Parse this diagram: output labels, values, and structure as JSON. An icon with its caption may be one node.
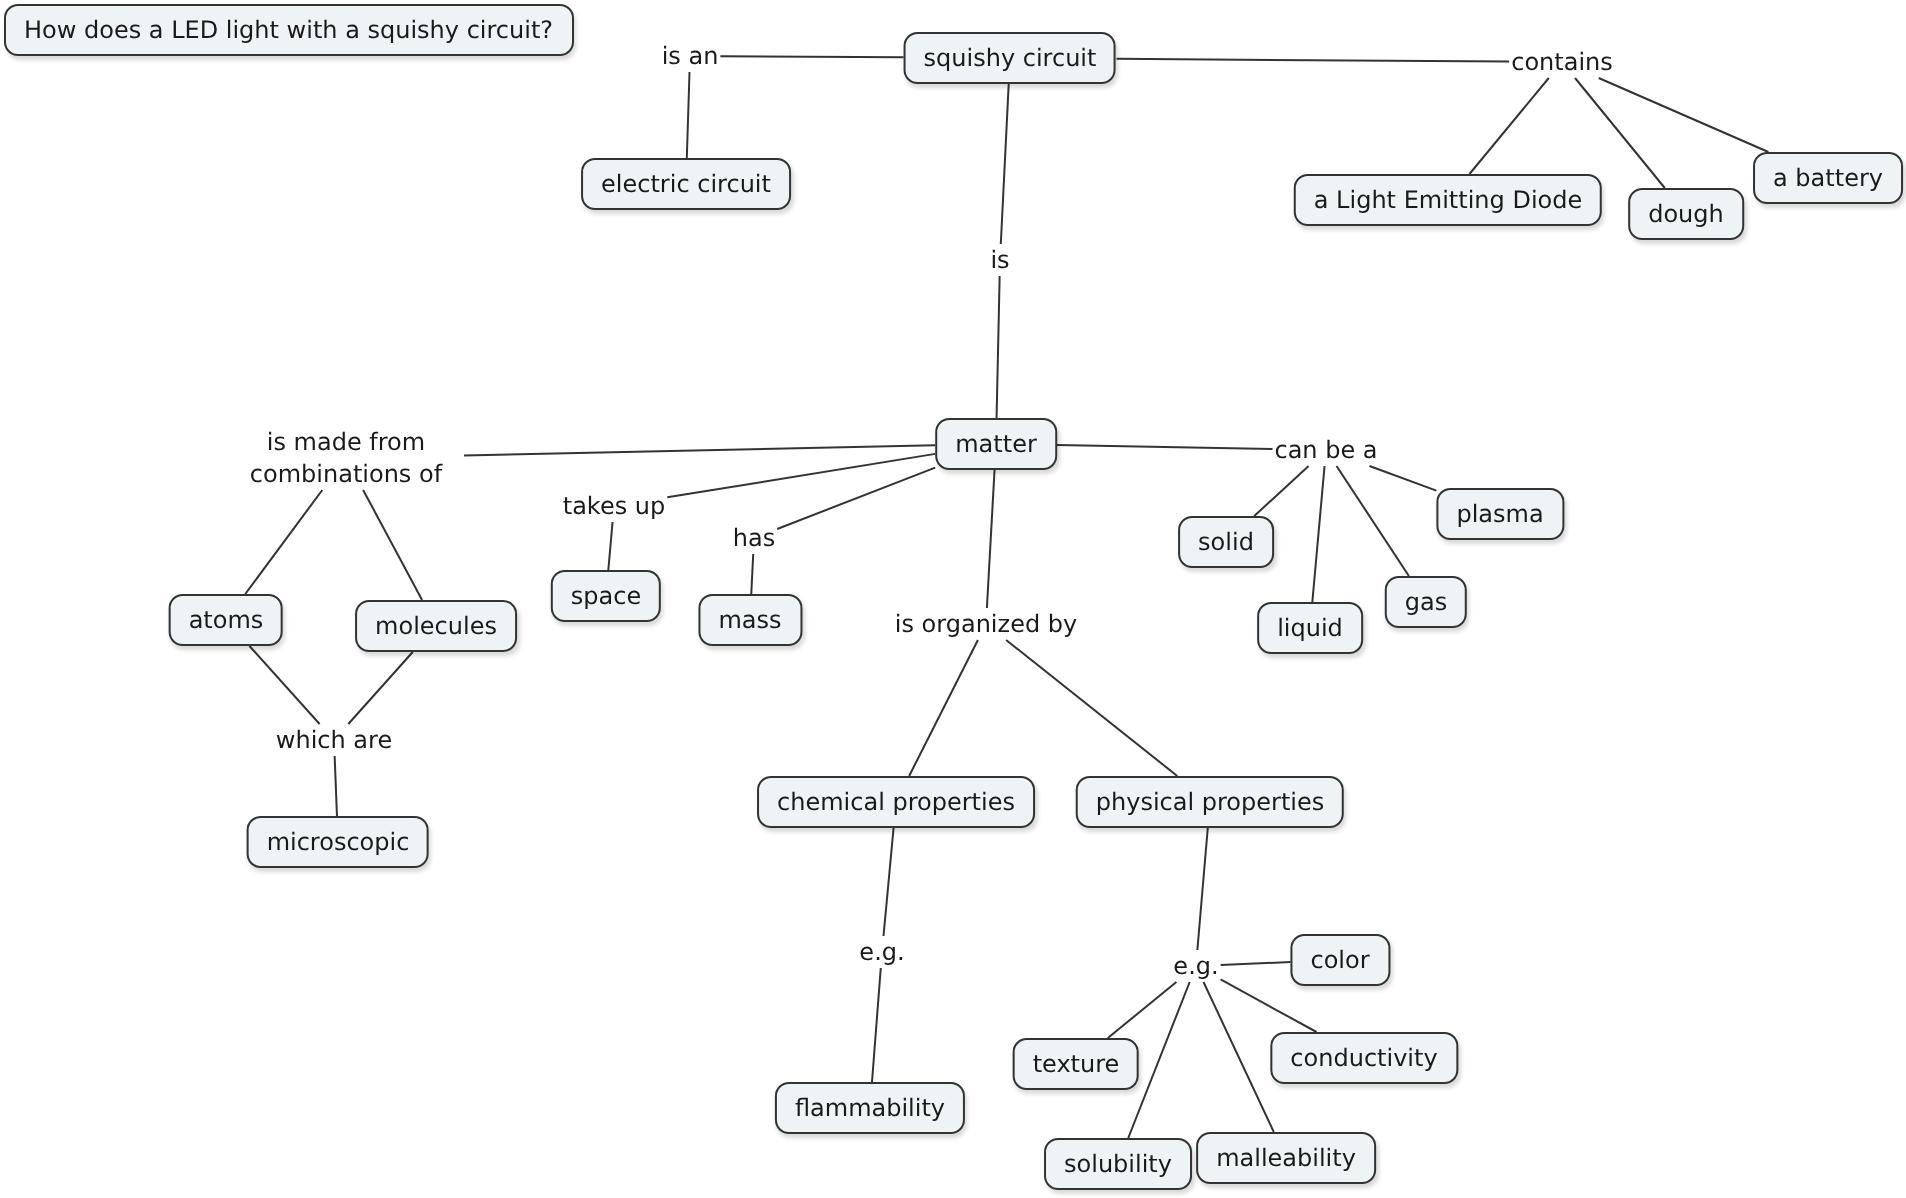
{
  "diagram": {
    "nodes": [
      {
        "text": [
          "How does a LED light with a squishy circuit?"
        ]
      },
      {
        "text": [
          "squishy circuit"
        ]
      },
      {
        "text": [
          "is an"
        ]
      },
      {
        "text": [
          "electric circuit"
        ]
      },
      {
        "text": [
          "contains"
        ]
      },
      {
        "text": [
          "a Light Emitting Diode"
        ]
      },
      {
        "text": [
          "dough"
        ]
      },
      {
        "text": [
          "a battery"
        ]
      },
      {
        "text": [
          "is"
        ]
      },
      {
        "text": [
          "matter"
        ]
      },
      {
        "text": [
          "is made from combinations of"
        ]
      },
      {
        "text": [
          "takes up"
        ]
      },
      {
        "text": [
          "has"
        ]
      },
      {
        "text": [
          "is organized by"
        ]
      },
      {
        "text": [
          "can be a"
        ]
      },
      {
        "text": [
          "atoms"
        ]
      },
      {
        "text": [
          "molecules"
        ]
      },
      {
        "text": [
          "space"
        ]
      },
      {
        "text": [
          "mass"
        ]
      },
      {
        "text": [
          "which are"
        ]
      },
      {
        "text": [
          "microscopic"
        ]
      },
      {
        "text": [
          "chemical properties"
        ]
      },
      {
        "text": [
          "physical properties"
        ]
      },
      {
        "text": [
          "solid"
        ]
      },
      {
        "text": [
          "liquid"
        ]
      },
      {
        "text": [
          "gas"
        ]
      },
      {
        "text": [
          "plasma"
        ]
      },
      {
        "text": [
          "e.g."
        ]
      },
      {
        "text": [
          "e.g."
        ]
      },
      {
        "text": [
          "flammability"
        ]
      },
      {
        "text": [
          "color"
        ]
      },
      {
        "text": [
          "texture"
        ]
      },
      {
        "text": [
          "conductivity"
        ]
      },
      {
        "text": [
          "solubility"
        ]
      },
      {
        "text": [
          "malleability"
        ]
      }
    ],
    "edges": [
      {
        "from": 1,
        "to": 2,
        "arrow": "none"
      },
      {
        "from": 2,
        "to": 3,
        "arrow": "none"
      },
      {
        "from": 1,
        "to": 4,
        "arrow": "none"
      },
      {
        "from": 4,
        "to": 5,
        "arrow": "none"
      },
      {
        "from": 4,
        "to": 6,
        "arrow": "none"
      },
      {
        "from": 4,
        "to": 7,
        "arrow": "none"
      },
      {
        "from": 1,
        "to": 8,
        "arrow": "none"
      },
      {
        "from": 8,
        "to": 9,
        "arrow": "none"
      },
      {
        "from": 9,
        "to": 10,
        "arrow": "none"
      },
      {
        "from": 10,
        "to": 15,
        "arrow": "none"
      },
      {
        "from": 10,
        "to": 16,
        "arrow": "none"
      },
      {
        "from": 9,
        "to": 11,
        "arrow": "none"
      },
      {
        "from": 11,
        "to": 17,
        "arrow": "none"
      },
      {
        "from": 9,
        "to": 12,
        "arrow": "none"
      },
      {
        "from": 12,
        "to": 18,
        "arrow": "none"
      },
      {
        "from": 9,
        "to": 13,
        "arrow": "none"
      },
      {
        "from": 13,
        "to": 21,
        "arrow": "none"
      },
      {
        "from": 13,
        "to": 22,
        "arrow": "none"
      },
      {
        "from": 9,
        "to": 14,
        "arrow": "none"
      },
      {
        "from": 14,
        "to": 23,
        "arrow": "none"
      },
      {
        "from": 14,
        "to": 24,
        "arrow": "none"
      },
      {
        "from": 14,
        "to": 25,
        "arrow": "none"
      },
      {
        "from": 14,
        "to": 26,
        "arrow": "none"
      },
      {
        "from": 15,
        "to": 19,
        "arrow": "none"
      },
      {
        "from": 16,
        "to": 19,
        "arrow": "none"
      },
      {
        "from": 19,
        "to": 20,
        "arrow": "none"
      },
      {
        "from": 21,
        "to": 27,
        "arrow": "none"
      },
      {
        "from": 27,
        "to": 29,
        "arrow": "none"
      },
      {
        "from": 22,
        "to": 28,
        "arrow": "none"
      },
      {
        "from": 28,
        "to": 30,
        "arrow": "none"
      },
      {
        "from": 28,
        "to": 31,
        "arrow": "none"
      },
      {
        "from": 28,
        "to": 32,
        "arrow": "none"
      },
      {
        "from": 28,
        "to": 33,
        "arrow": "none"
      },
      {
        "from": 28,
        "to": 34,
        "arrow": "none"
      }
    ]
  }
}
